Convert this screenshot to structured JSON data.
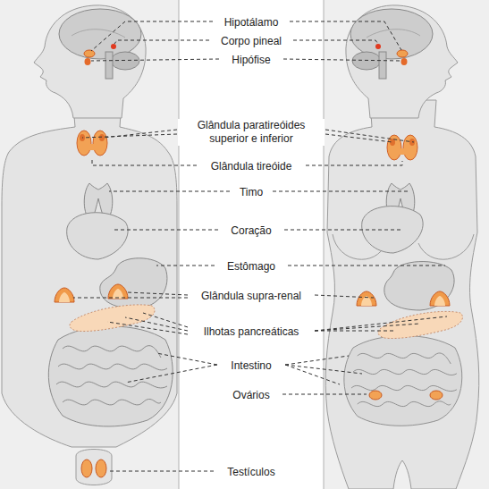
{
  "diagram": {
    "labels": [
      "Hipotálamo",
      "Corpo pineal",
      "Hipófise",
      "Glândula paratireóides superior e inferior",
      "Glândula tireóide",
      "Timo",
      "Coração",
      "Estômago",
      "Glândula supra-renal",
      "Ilhotas pancreáticas",
      "Intestino",
      "Ovários",
      "Testículos"
    ]
  }
}
